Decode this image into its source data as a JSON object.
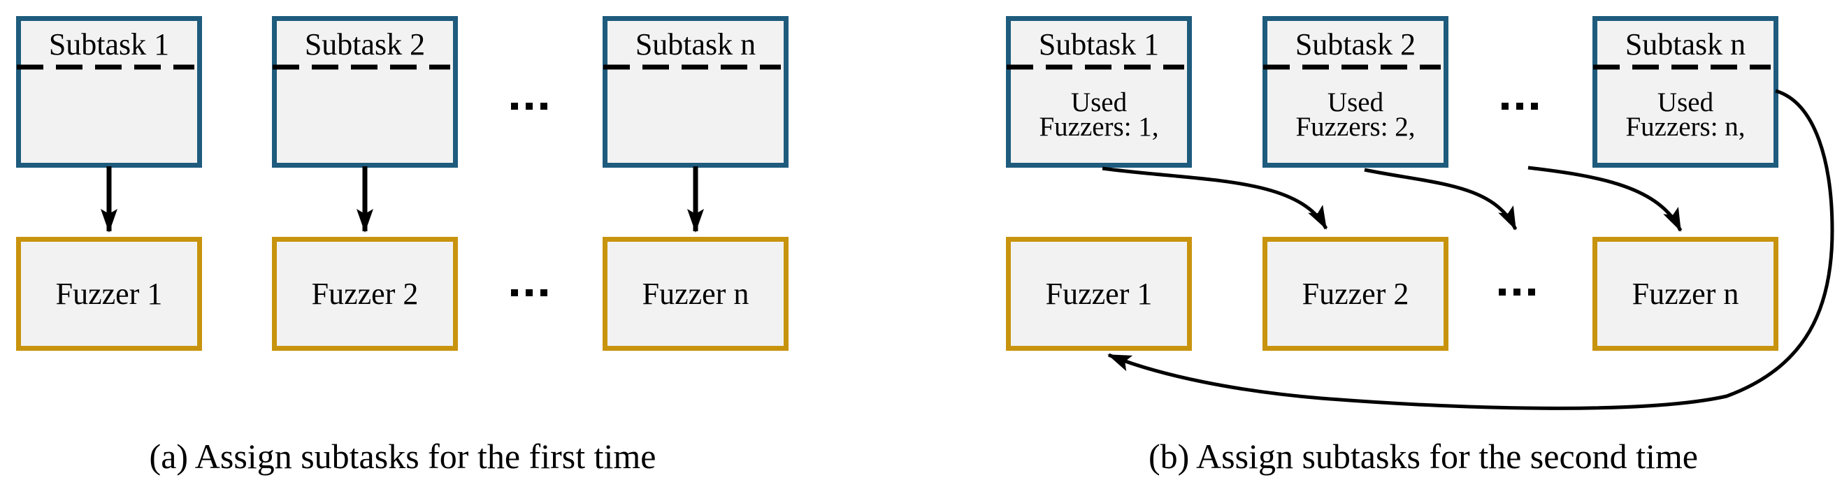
{
  "colors": {
    "subtask_border": "#1e5b7d",
    "fuzzer_border": "#c8930d",
    "box_fill": "#f2f2f2",
    "line": "#000000",
    "background": "#ffffff"
  },
  "diagram_a": {
    "caption": "(a) Assign subtasks for the first time",
    "ellipsis": "...",
    "subtasks": [
      {
        "label": "Subtask 1"
      },
      {
        "label": "Subtask 2"
      },
      {
        "label": "Subtask n"
      }
    ],
    "fuzzers": [
      {
        "label": "Fuzzer 1"
      },
      {
        "label": "Fuzzer 2"
      },
      {
        "label": "Fuzzer n"
      }
    ]
  },
  "diagram_b": {
    "caption": "(b) Assign subtasks for the second time",
    "ellipsis": "...",
    "subtasks": [
      {
        "label": "Subtask 1",
        "body_line1": "Used",
        "body_line2": "Fuzzers: 1,"
      },
      {
        "label": "Subtask 2",
        "body_line1": "Used",
        "body_line2": "Fuzzers: 2,"
      },
      {
        "label": "Subtask n",
        "body_line1": "Used",
        "body_line2": "Fuzzers: n,"
      }
    ],
    "fuzzers": [
      {
        "label": "Fuzzer 1"
      },
      {
        "label": "Fuzzer 2"
      },
      {
        "label": "Fuzzer n"
      }
    ]
  }
}
